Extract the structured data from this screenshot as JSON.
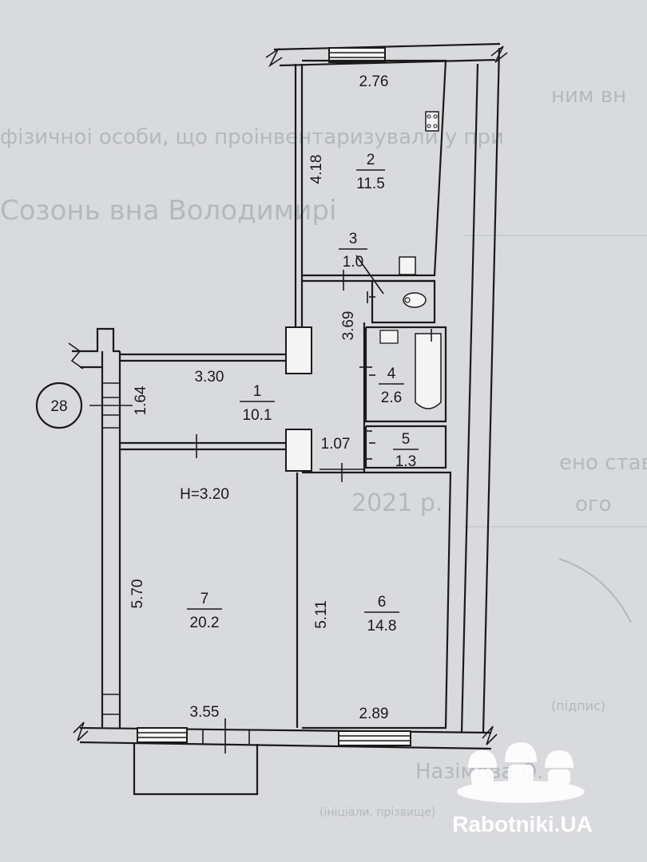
{
  "background_text": {
    "line1": "ним вн",
    "line2": "фізичноі особи, що проінвентаризували у при",
    "line3": "Созонь вна Володимирі",
    "line4": "ено ставо",
    "line5": "ого",
    "line6": "2021 р.",
    "line7": "(підпис)",
    "line8": "Назімова О.",
    "line9": "(ініціали, прізвище)"
  },
  "marker": {
    "label": "28"
  },
  "height_note": "H=3.20",
  "rooms": [
    {
      "number": "1",
      "area": "10.1"
    },
    {
      "number": "2",
      "area": "11.5"
    },
    {
      "number": "3",
      "area": "1.0"
    },
    {
      "number": "4",
      "area": "2.6"
    },
    {
      "number": "5",
      "area": "1.3"
    },
    {
      "number": "6",
      "area": "14.8"
    },
    {
      "number": "7",
      "area": "20.2"
    }
  ],
  "dimensions": {
    "room2_width": "2.76",
    "room2_length": "4.18",
    "corridor_length": "3.69",
    "room1_width": "3.30",
    "room1_length": "1.64",
    "room5_width": "1.07",
    "room7_length": "5.70",
    "room7_width": "3.55",
    "room6_length": "5.11",
    "room6_width": "2.89"
  },
  "watermark": "Rabotniki.UA"
}
